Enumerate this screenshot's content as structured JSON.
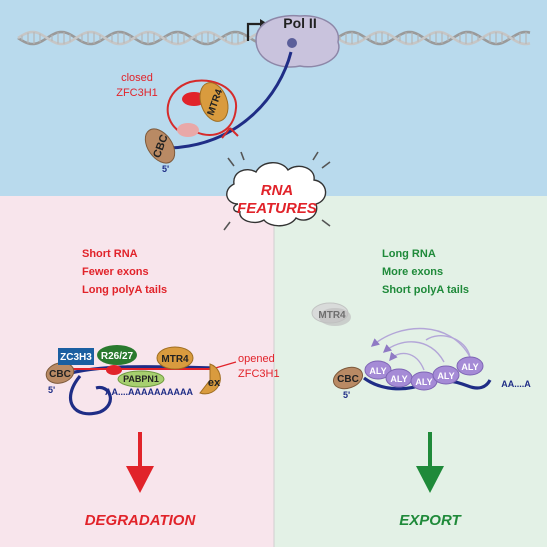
{
  "colors": {
    "top_bg": "#b9daed",
    "left_bg": "#f8e5ec",
    "right_bg": "#e3f1e6",
    "red": "#e1232a",
    "green": "#1f8a3a",
    "navy": "#1f2d86",
    "polII": "#c9c3dd",
    "cbc": "#b98a64",
    "mtr4": "#d99b3e",
    "zc3h3": "#1b5fa1",
    "r2627": "#2a7a2e",
    "pabpn1": "#a7cf6f",
    "aly": "#a58bd6",
    "ex": "#d99b3e"
  },
  "top": {
    "pol2_label": "Pol II",
    "closed_label_line1": "closed",
    "closed_label_line2": "ZFC3H1",
    "mtr4_label": "MTR4",
    "cbc_label": "CBC",
    "five_prime": "5'"
  },
  "cloud": {
    "line1": "RNA",
    "line2": "FEATURES"
  },
  "left": {
    "features": [
      "Short RNA",
      "Fewer exons",
      "Long polyA tails"
    ],
    "zc3h3_label": "ZC3H3",
    "r2627_label": "R26/27",
    "mtr4_label": "MTR4",
    "pabpn1_label": "PABPN1",
    "ex_label": "ex",
    "cbc_label": "CBC",
    "five_prime": "5'",
    "polya_label": "AA....AAAAAAAAAA",
    "opened_line1": "opened",
    "opened_line2": "ZFC3H1",
    "outcome": "DEGRADATION"
  },
  "right": {
    "features": [
      "Long RNA",
      "More exons",
      "Short polyA tails"
    ],
    "mtr4_label": "MTR4",
    "cbc_label": "CBC",
    "five_prime": "5'",
    "aly_label": "ALY",
    "polya_label": "AA....A",
    "outcome": "EXPORT"
  }
}
